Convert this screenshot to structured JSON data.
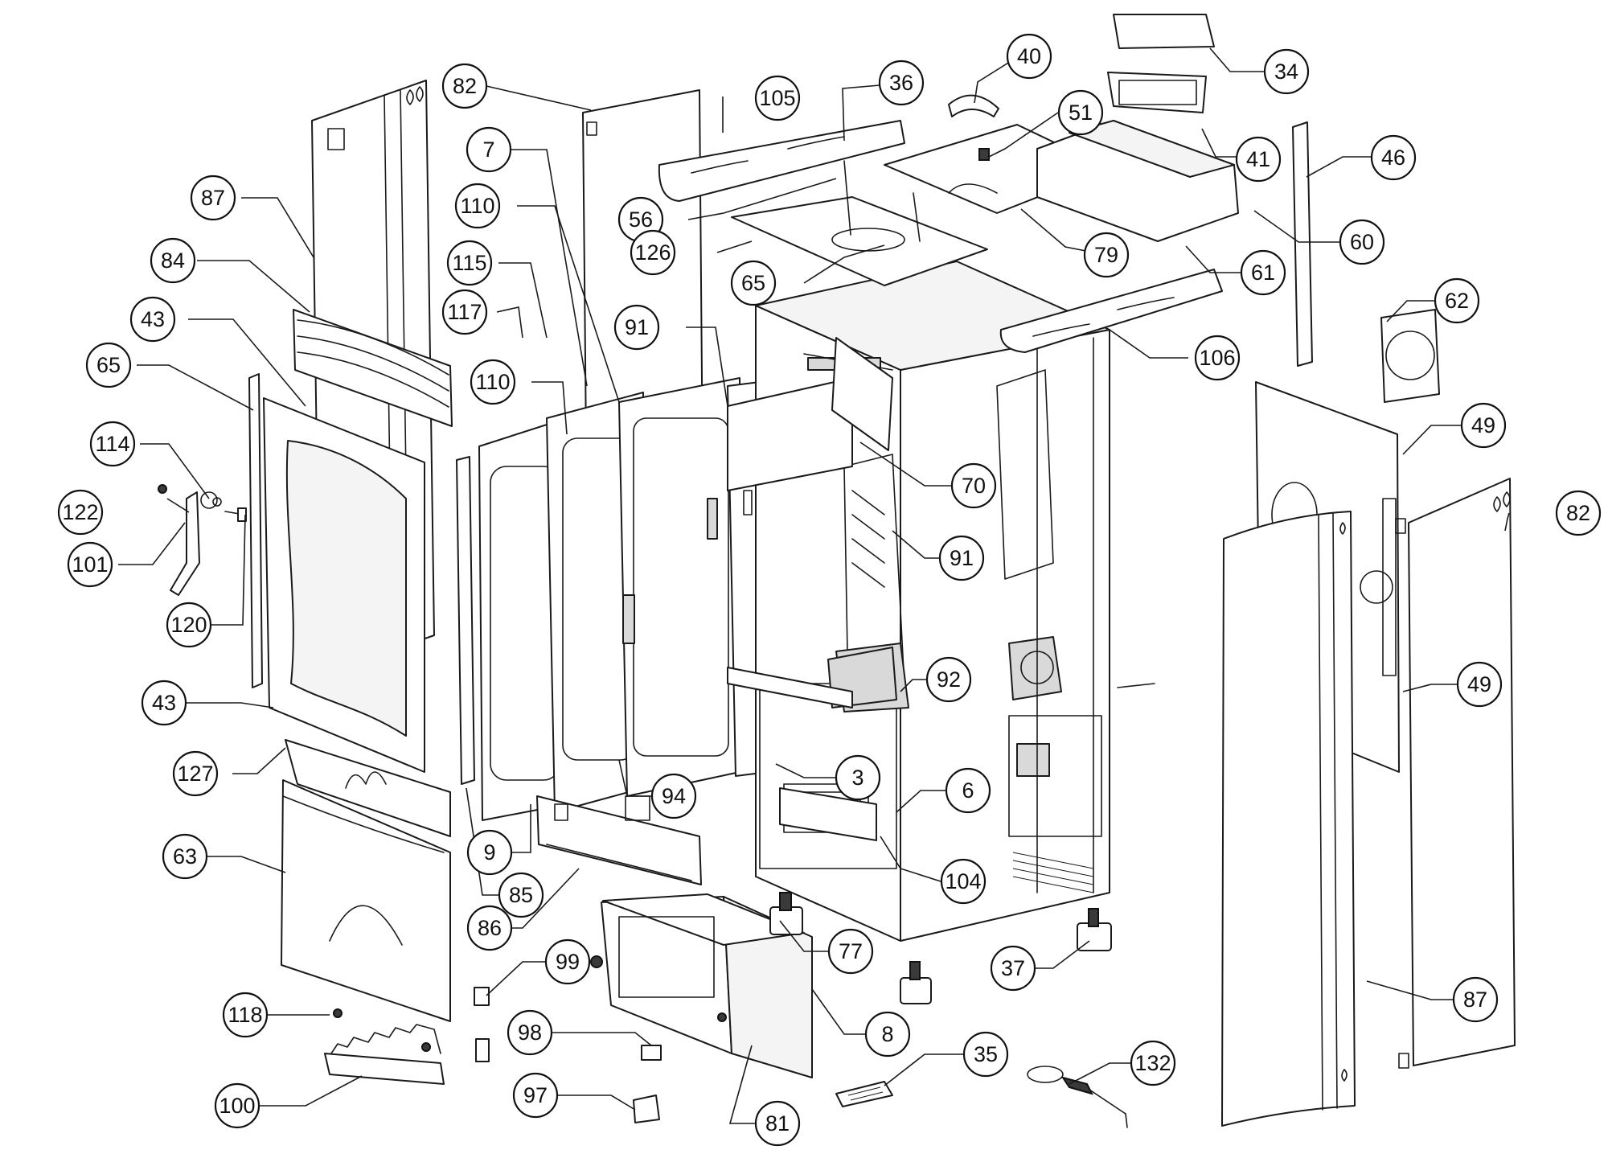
{
  "diagram": {
    "callouts": [
      {
        "id": "c-82a",
        "number": "82"
      },
      {
        "id": "c-105",
        "number": "105"
      },
      {
        "id": "c-36",
        "number": "36"
      },
      {
        "id": "c-40",
        "number": "40"
      },
      {
        "id": "c-34",
        "number": "34"
      },
      {
        "id": "c-7",
        "number": "7"
      },
      {
        "id": "c-51",
        "number": "51"
      },
      {
        "id": "c-41",
        "number": "41"
      },
      {
        "id": "c-46",
        "number": "46"
      },
      {
        "id": "c-87a",
        "number": "87"
      },
      {
        "id": "c-110a",
        "number": "110"
      },
      {
        "id": "c-56",
        "number": "56"
      },
      {
        "id": "c-60",
        "number": "60"
      },
      {
        "id": "c-126",
        "number": "126"
      },
      {
        "id": "c-79",
        "number": "79"
      },
      {
        "id": "c-61",
        "number": "61"
      },
      {
        "id": "c-84",
        "number": "84"
      },
      {
        "id": "c-115",
        "number": "115"
      },
      {
        "id": "c-65a",
        "number": "65"
      },
      {
        "id": "c-117",
        "number": "117"
      },
      {
        "id": "c-62",
        "number": "62"
      },
      {
        "id": "c-43a",
        "number": "43"
      },
      {
        "id": "c-91a",
        "number": "91"
      },
      {
        "id": "c-106",
        "number": "106"
      },
      {
        "id": "c-65b",
        "number": "65"
      },
      {
        "id": "c-110b",
        "number": "110"
      },
      {
        "id": "c-49a",
        "number": "49"
      },
      {
        "id": "c-114",
        "number": "114"
      },
      {
        "id": "c-70",
        "number": "70"
      },
      {
        "id": "c-122",
        "number": "122"
      },
      {
        "id": "c-82b",
        "number": "82"
      },
      {
        "id": "c-101",
        "number": "101"
      },
      {
        "id": "c-91b",
        "number": "91"
      },
      {
        "id": "c-120",
        "number": "120"
      },
      {
        "id": "c-92",
        "number": "92"
      },
      {
        "id": "c-49b",
        "number": "49"
      },
      {
        "id": "c-43b",
        "number": "43"
      },
      {
        "id": "c-127",
        "number": "127"
      },
      {
        "id": "c-3",
        "number": "3"
      },
      {
        "id": "c-6",
        "number": "6"
      },
      {
        "id": "c-94",
        "number": "94"
      },
      {
        "id": "c-63",
        "number": "63"
      },
      {
        "id": "c-9",
        "number": "9"
      },
      {
        "id": "c-104",
        "number": "104"
      },
      {
        "id": "c-85",
        "number": "85"
      },
      {
        "id": "c-86",
        "number": "86"
      },
      {
        "id": "c-77",
        "number": "77"
      },
      {
        "id": "c-99",
        "number": "99"
      },
      {
        "id": "c-37",
        "number": "37"
      },
      {
        "id": "c-87b",
        "number": "87"
      },
      {
        "id": "c-118",
        "number": "118"
      },
      {
        "id": "c-8",
        "number": "8"
      },
      {
        "id": "c-98",
        "number": "98"
      },
      {
        "id": "c-35",
        "number": "35"
      },
      {
        "id": "c-132",
        "number": "132"
      },
      {
        "id": "c-97",
        "number": "97"
      },
      {
        "id": "c-100",
        "number": "100"
      },
      {
        "id": "c-81",
        "number": "81"
      }
    ]
  }
}
